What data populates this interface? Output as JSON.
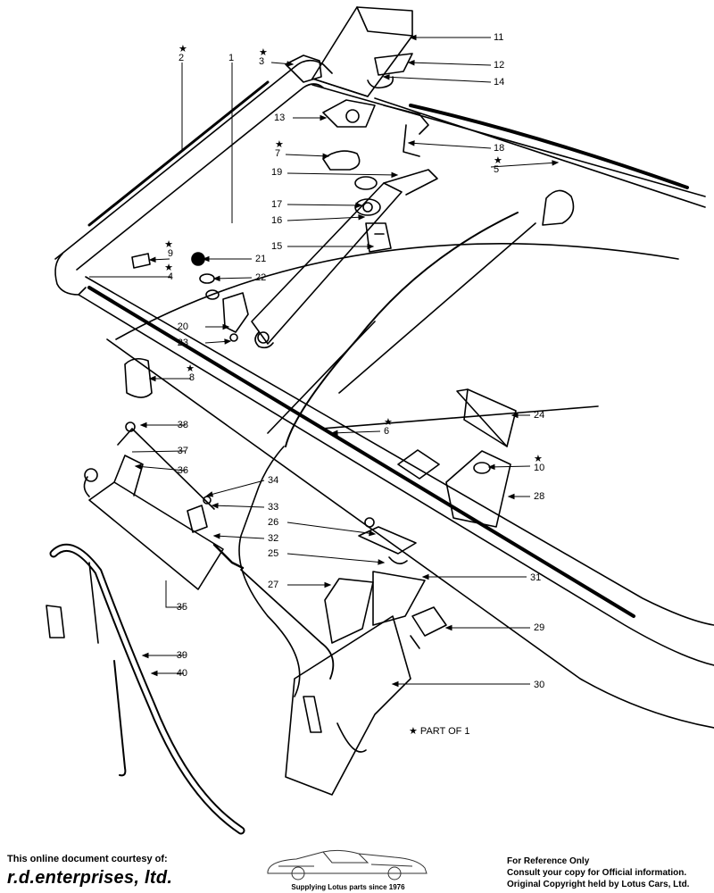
{
  "diagram": {
    "callouts": [
      {
        "id": "11",
        "label": "11",
        "starred": false
      },
      {
        "id": "12",
        "label": "12",
        "starred": false
      },
      {
        "id": "14",
        "label": "14",
        "starred": false
      },
      {
        "id": "13",
        "label": "13",
        "starred": false
      },
      {
        "id": "18",
        "label": "18",
        "starred": false
      },
      {
        "id": "5",
        "label": "5",
        "starred": true
      },
      {
        "id": "7",
        "label": "7",
        "starred": true
      },
      {
        "id": "19",
        "label": "19",
        "starred": false
      },
      {
        "id": "17",
        "label": "17",
        "starred": false
      },
      {
        "id": "16",
        "label": "16",
        "starred": false
      },
      {
        "id": "15",
        "label": "15",
        "starred": false
      },
      {
        "id": "21",
        "label": "21",
        "starred": false
      },
      {
        "id": "22",
        "label": "22",
        "starred": false
      },
      {
        "id": "9",
        "label": "9",
        "starred": true
      },
      {
        "id": "4",
        "label": "4",
        "starred": true
      },
      {
        "id": "20",
        "label": "20",
        "starred": false
      },
      {
        "id": "23",
        "label": "23",
        "starred": false
      },
      {
        "id": "8",
        "label": "8",
        "starred": true
      },
      {
        "id": "2",
        "label": "2",
        "starred": true
      },
      {
        "id": "3",
        "label": "3",
        "starred": true
      },
      {
        "id": "1",
        "label": "1",
        "starred": false
      },
      {
        "id": "24",
        "label": "24",
        "starred": false
      },
      {
        "id": "6",
        "label": "6",
        "starred": true
      },
      {
        "id": "10",
        "label": "10",
        "starred": true
      },
      {
        "id": "28",
        "label": "28",
        "starred": false
      },
      {
        "id": "38",
        "label": "38",
        "starred": false
      },
      {
        "id": "37",
        "label": "37",
        "starred": false
      },
      {
        "id": "36",
        "label": "36",
        "starred": false
      },
      {
        "id": "34",
        "label": "34",
        "starred": false
      },
      {
        "id": "33",
        "label": "33",
        "starred": false
      },
      {
        "id": "26",
        "label": "26",
        "starred": false
      },
      {
        "id": "32",
        "label": "32",
        "starred": false
      },
      {
        "id": "25",
        "label": "25",
        "starred": false
      },
      {
        "id": "31",
        "label": "31",
        "starred": false
      },
      {
        "id": "27",
        "label": "27",
        "starred": false
      },
      {
        "id": "35",
        "label": "35",
        "starred": false
      },
      {
        "id": "29",
        "label": "29",
        "starred": false
      },
      {
        "id": "39",
        "label": "39",
        "starred": false
      },
      {
        "id": "40",
        "label": "40",
        "starred": false
      },
      {
        "id": "30",
        "label": "30",
        "starred": false
      }
    ],
    "star_symbol": "★",
    "legend_text": "★ PART OF 1"
  },
  "footer": {
    "courtesy": "This online document courtesy of:",
    "company": "r.d.enterprises, ltd.",
    "tagline": "Supplying Lotus parts since 1976",
    "notice": [
      "For Reference Only",
      "Consult your copy for Official information.",
      "Original Copyright held by Lotus Cars, Ltd."
    ]
  }
}
